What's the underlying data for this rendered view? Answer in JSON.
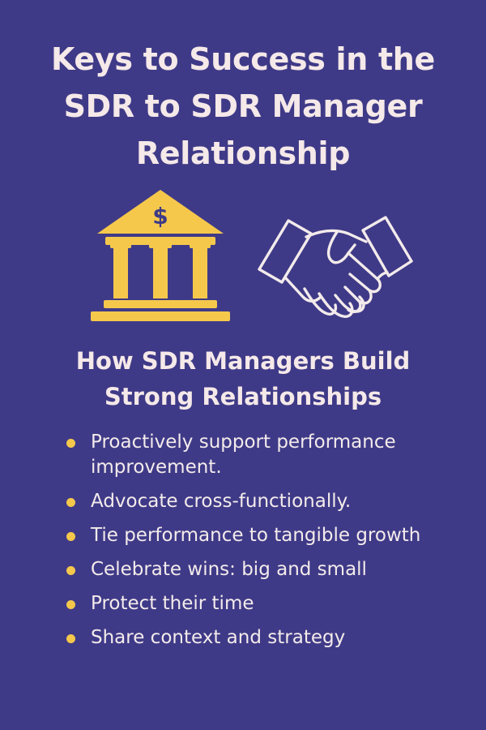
{
  "title_lines": [
    "Keys to Success in the",
    "SDR to SDR Manager",
    "Relationship"
  ],
  "icons": {
    "left": "bank-icon",
    "right": "handshake-icon",
    "bank_symbol": "$"
  },
  "colors": {
    "background": "#3f3a87",
    "accent": "#f5c84c",
    "text": "#f5e9e9"
  },
  "subtitle_lines": [
    "How SDR Managers Build",
    "Strong Relationships"
  ],
  "bullets": [
    {
      "line1": "Proactively support performance",
      "line2": "improvement."
    },
    {
      "line1": "Advocate cross-functionally.",
      "line2": ""
    },
    {
      "line1": "Tie performance to tangible growth",
      "line2": ""
    },
    {
      "line1": "Celebrate wins: big and small",
      "line2": ""
    },
    {
      "line1": "Protect their time",
      "line2": ""
    },
    {
      "line1": "Share context and strategy",
      "line2": ""
    }
  ]
}
